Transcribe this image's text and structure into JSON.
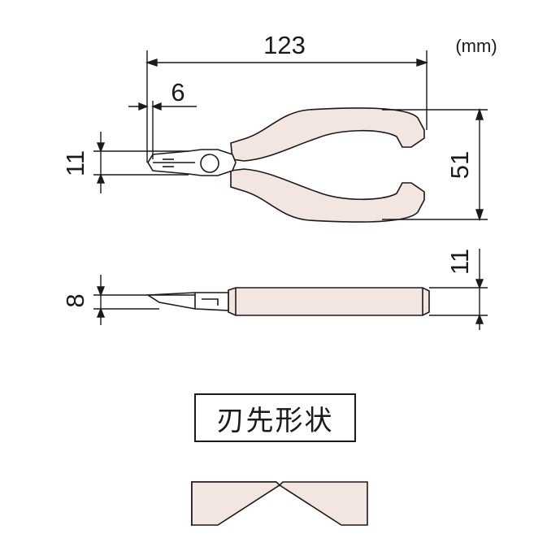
{
  "unit": "(mm)",
  "dimensions": {
    "total_length": "123",
    "tip_width": "6",
    "head_height": "11",
    "handle_span": "51",
    "side_handle_thickness": "11",
    "side_head_thickness": "8"
  },
  "label": "刃先形状",
  "colors": {
    "line": "#1a1a1a",
    "grip_fill": "#f3e6e0",
    "metal_fill": "#ffffff"
  }
}
